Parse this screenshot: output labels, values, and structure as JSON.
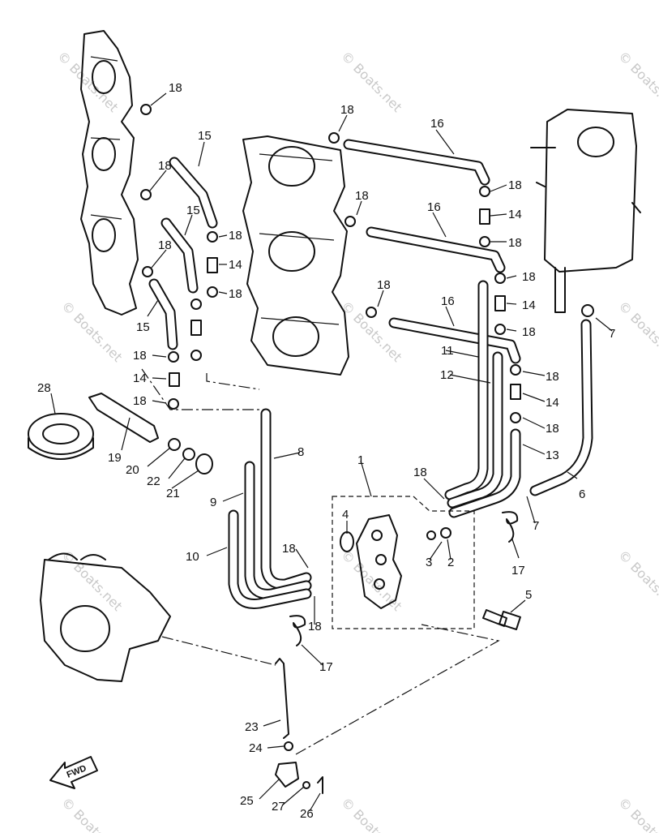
{
  "watermark": "© Boats.net",
  "fwd_label": "FWD",
  "callouts": [
    {
      "id": "c18a",
      "text": "18"
    },
    {
      "id": "c15a",
      "text": "15"
    },
    {
      "id": "c18b",
      "text": "18"
    },
    {
      "id": "c15b",
      "text": "15"
    },
    {
      "id": "c18c",
      "text": "18"
    },
    {
      "id": "c15c",
      "text": "15"
    },
    {
      "id": "c18d",
      "text": "18"
    },
    {
      "id": "c14a",
      "text": "14"
    },
    {
      "id": "c18e",
      "text": "18"
    },
    {
      "id": "c18f",
      "text": "18"
    },
    {
      "id": "c14b",
      "text": "14"
    },
    {
      "id": "c18g",
      "text": "18"
    },
    {
      "id": "c28",
      "text": "28"
    },
    {
      "id": "c19",
      "text": "19"
    },
    {
      "id": "c20",
      "text": "20"
    },
    {
      "id": "c22",
      "text": "22"
    },
    {
      "id": "c21",
      "text": "21"
    },
    {
      "id": "c18h",
      "text": "18"
    },
    {
      "id": "c16a",
      "text": "16"
    },
    {
      "id": "c18i",
      "text": "18"
    },
    {
      "id": "c16b",
      "text": "16"
    },
    {
      "id": "c18j",
      "text": "18"
    },
    {
      "id": "c16c",
      "text": "16"
    },
    {
      "id": "c18k",
      "text": "18"
    },
    {
      "id": "c14c",
      "text": "14"
    },
    {
      "id": "c18l",
      "text": "18"
    },
    {
      "id": "c18m",
      "text": "18"
    },
    {
      "id": "c14d",
      "text": "14"
    },
    {
      "id": "c18n",
      "text": "18"
    },
    {
      "id": "c11",
      "text": "11"
    },
    {
      "id": "c12",
      "text": "12"
    },
    {
      "id": "c18o",
      "text": "18"
    },
    {
      "id": "c14e",
      "text": "14"
    },
    {
      "id": "c18p",
      "text": "18"
    },
    {
      "id": "c13",
      "text": "13"
    },
    {
      "id": "c7a",
      "text": "7"
    },
    {
      "id": "c6",
      "text": "6"
    },
    {
      "id": "c7b",
      "text": "7"
    },
    {
      "id": "c17a",
      "text": "17"
    },
    {
      "id": "c8",
      "text": "8"
    },
    {
      "id": "c9",
      "text": "9"
    },
    {
      "id": "c10",
      "text": "10"
    },
    {
      "id": "c1",
      "text": "1"
    },
    {
      "id": "c4",
      "text": "4"
    },
    {
      "id": "c18q",
      "text": "18"
    },
    {
      "id": "c3",
      "text": "3"
    },
    {
      "id": "c2",
      "text": "2"
    },
    {
      "id": "c5",
      "text": "5"
    },
    {
      "id": "c18r",
      "text": "18"
    },
    {
      "id": "c18s",
      "text": "18"
    },
    {
      "id": "c17b",
      "text": "17"
    },
    {
      "id": "c23",
      "text": "23"
    },
    {
      "id": "c24",
      "text": "24"
    },
    {
      "id": "c25",
      "text": "25"
    },
    {
      "id": "c27",
      "text": "27"
    },
    {
      "id": "c26",
      "text": "26"
    }
  ]
}
